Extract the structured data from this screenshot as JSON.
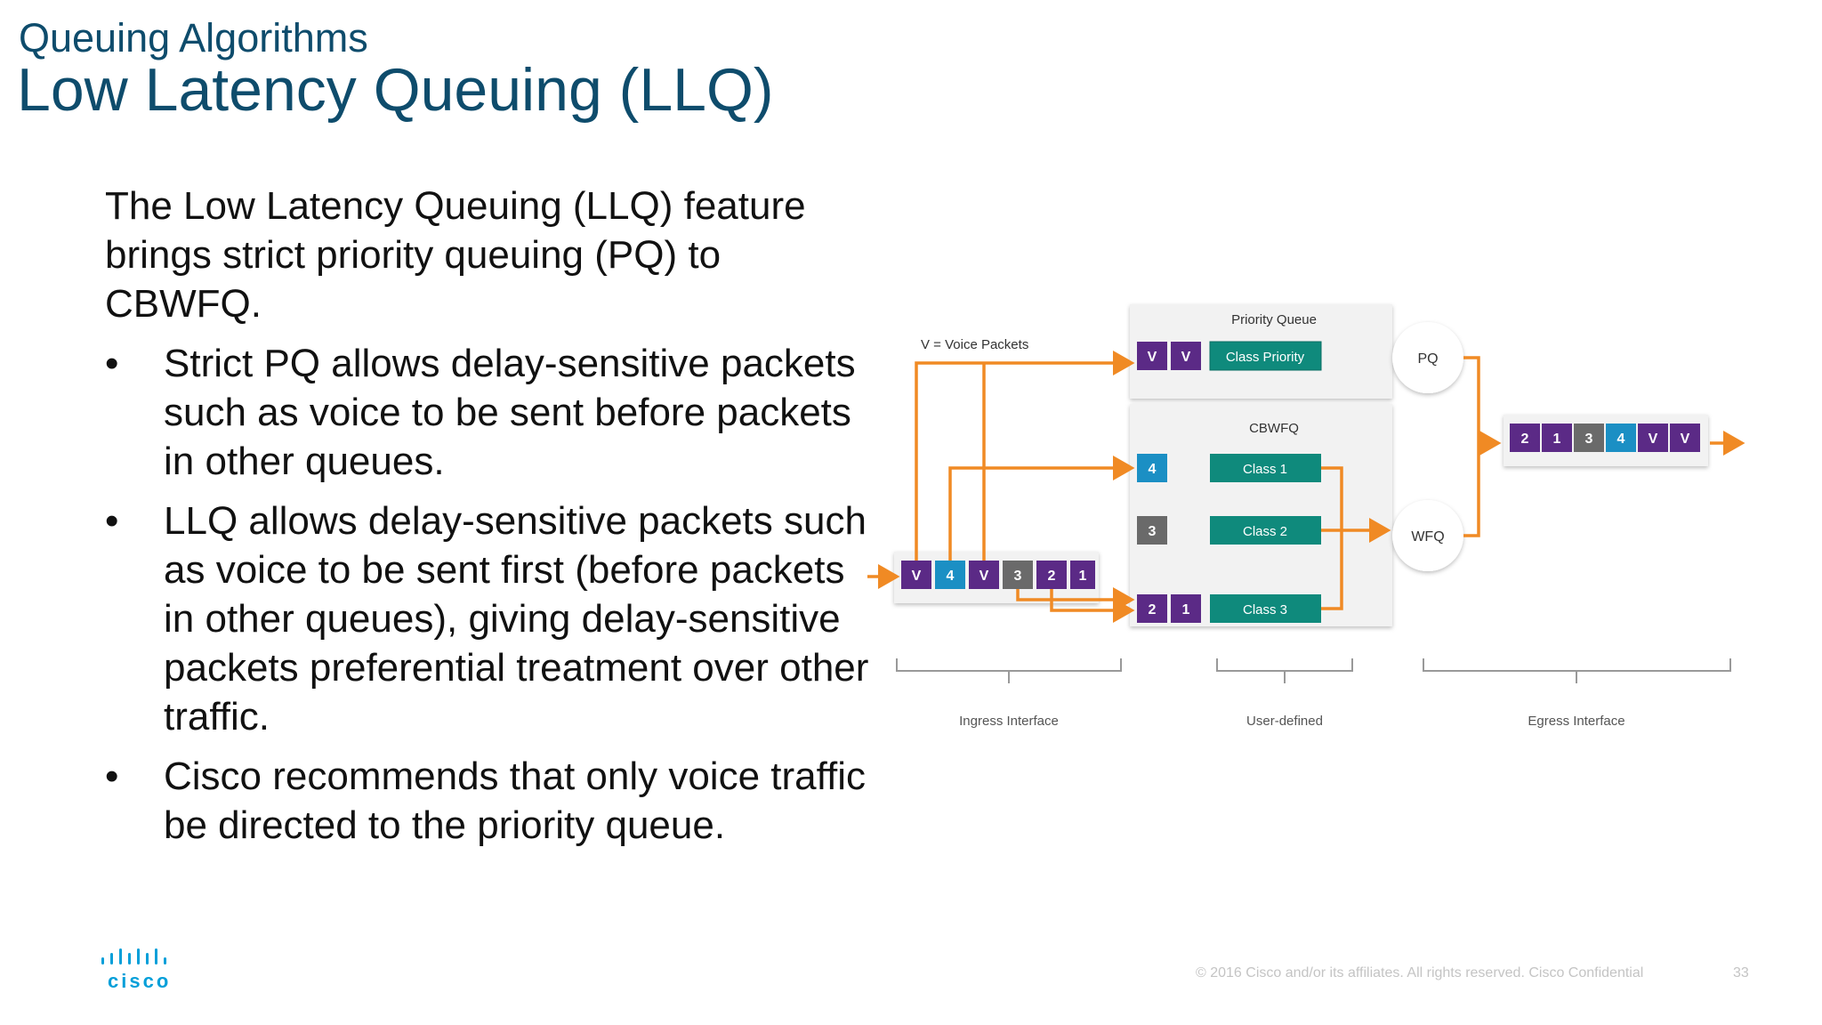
{
  "header": {
    "subtitle": "Queuing Algorithms",
    "title": "Low Latency Queuing (LLQ)"
  },
  "body": {
    "intro": "The Low Latency Queuing (LLQ) feature brings strict priority queuing (PQ) to CBWFQ.",
    "bullet_char": "•",
    "bullets": [
      "Strict PQ allows delay-sensitive packets such as voice to be sent before packets in other queues.",
      "LLQ allows delay-sensitive packets such as voice to be sent first (before packets in other queues), giving delay-sensitive packets preferential treatment over other traffic.",
      "Cisco recommends that only voice traffic be directed to the priority queue."
    ]
  },
  "diagram": {
    "legend": "V = Voice Packets",
    "priority_queue_label": "Priority Queue",
    "cbwfq_label": "CBWFQ",
    "pq_node": "PQ",
    "wfq_node": "WFQ",
    "class_priority": "Class Priority",
    "class1": "Class 1",
    "class2": "Class 2",
    "class3": "Class 3",
    "ingress_packets": [
      "V",
      "4",
      "V",
      "3",
      "2",
      "1"
    ],
    "priority_packets": [
      "V",
      "V"
    ],
    "class1_packets": [
      "4"
    ],
    "class2_packets": [
      "3"
    ],
    "class3_packets": [
      "2",
      "1"
    ],
    "egress_packets": [
      "2",
      "1",
      "3",
      "4",
      "V",
      "V"
    ],
    "ingress_label": "Ingress Interface",
    "userdefined_label": "User-defined",
    "egress_label": "Egress Interface",
    "colors": {
      "voice": "#5b2a86",
      "class1": "#1b8fc4",
      "class2": "#6a6a6a",
      "class3": "#5b2a86",
      "class_box": "#0f8a7c",
      "arrow": "#f08a24"
    }
  },
  "footer": {
    "logo_text": "cisco",
    "copyright": "© 2016  Cisco and/or its affiliates. All rights reserved.   Cisco Confidential",
    "page_number": "33"
  }
}
